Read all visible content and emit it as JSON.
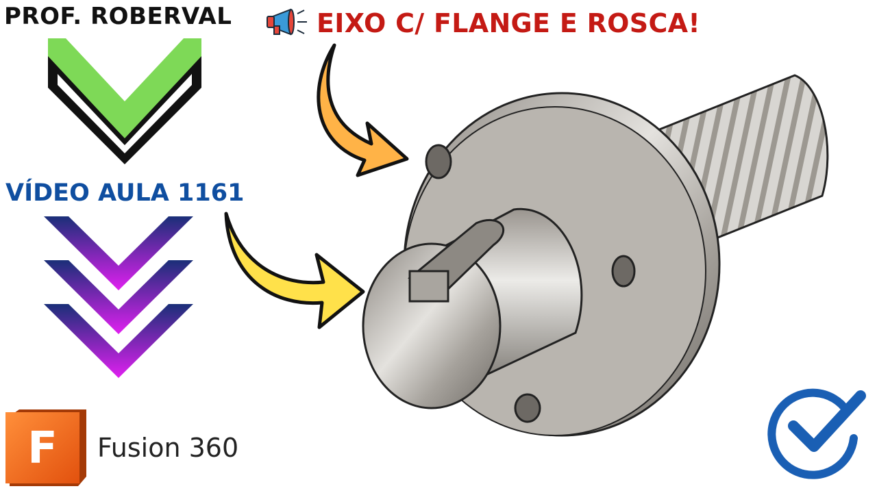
{
  "header": {
    "author": "PROF. ROBERVAL",
    "headline": "EIXO C/ FLANGE E ROSCA!"
  },
  "lesson": {
    "label": "VÍDEO AULA 1161"
  },
  "brand": {
    "logo_letter": "F",
    "product_name": "Fusion 360"
  },
  "icons": [
    "megaphone-icon",
    "chevron-down-icon",
    "curved-arrow-icon",
    "checkmark-icon"
  ],
  "colors": {
    "headline": "#c41a14",
    "lesson": "#0f4ea0",
    "green_chevron": "#7ed957",
    "purple_chevron_top": "#1a2f78",
    "purple_chevron_bottom": "#e020f0",
    "arrow_orange": "#ffb347",
    "arrow_yellow": "#ffe14a",
    "logo_orange": "#f26c1d",
    "check_blue": "#1a5fb4"
  }
}
